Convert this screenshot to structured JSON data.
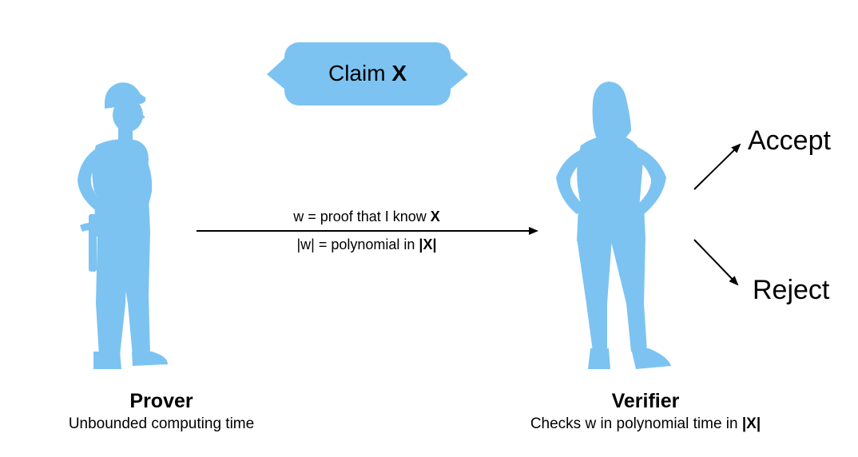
{
  "claim": {
    "prefix": "Claim",
    "symbol": "X"
  },
  "message": {
    "line1_prefix": "w = proof that I know",
    "line1_symbol": "X",
    "line2_prefix": "|w| = polynomial in",
    "line2_symbol": "|X|"
  },
  "outcomes": {
    "accept": "Accept",
    "reject": "Reject"
  },
  "prover": {
    "name": "Prover",
    "description": "Unbounded computing time"
  },
  "verifier": {
    "name": "Verifier",
    "description_prefix": "Checks w in polynomial time in",
    "description_symbol": "|X|"
  },
  "colors": {
    "figure": "#7CC3F1",
    "bubble": "#7CC3F1",
    "arrow": "#000000"
  }
}
